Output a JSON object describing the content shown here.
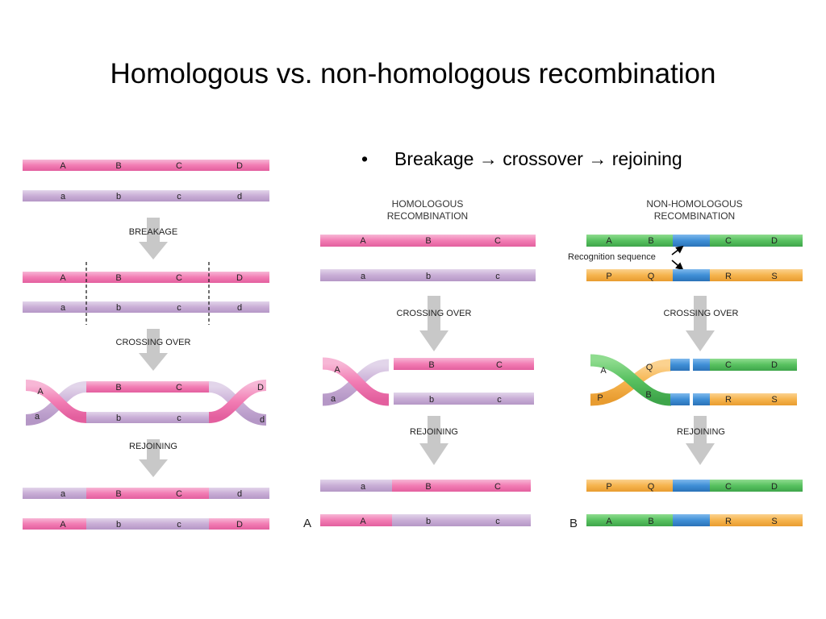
{
  "title": "Homologous vs. non-homologous recombination",
  "bullet": {
    "text": "Breakage → crossover → rejoining"
  },
  "colors": {
    "pink": "#f27db4",
    "pink_light": "#f7b7d6",
    "lavender": "#c9aed6",
    "lavender_light": "#e2d5ea",
    "green": "#58c160",
    "orange": "#f6b44e",
    "blue": "#3f8fd6",
    "arrow": "#c8c8c8"
  },
  "left_panel": {
    "chromosome_1": [
      "A",
      "B",
      "C",
      "D"
    ],
    "chromosome_2": [
      "a",
      "b",
      "c",
      "d"
    ],
    "steps": [
      "BREAKAGE",
      "CROSSING OVER",
      "REJOINING"
    ],
    "result_1": [
      "a",
      "B",
      "C",
      "d"
    ],
    "result_2": [
      "A",
      "b",
      "c",
      "D"
    ]
  },
  "panel_a": {
    "header": [
      "HOMOLOGOUS",
      "RECOMBINATION"
    ],
    "chromosome_1": [
      "A",
      "B",
      "C"
    ],
    "chromosome_2": [
      "a",
      "b",
      "c"
    ],
    "steps": [
      "CROSSING OVER",
      "REJOINING"
    ],
    "result_1": [
      "a",
      "B",
      "C"
    ],
    "result_2": [
      "A",
      "b",
      "c"
    ],
    "panel_label": "A"
  },
  "panel_b": {
    "header": [
      "NON-HOMOLOGOUS",
      "RECOMBINATION"
    ],
    "chromosome_1": [
      "A",
      "B",
      "C",
      "D"
    ],
    "chromosome_2": [
      "P",
      "Q",
      "R",
      "S"
    ],
    "recognition_label": "Recognition sequence",
    "steps": [
      "CROSSING OVER",
      "REJOINING"
    ],
    "result_1": [
      "P",
      "Q",
      "C",
      "D"
    ],
    "result_2": [
      "A",
      "B",
      "R",
      "S"
    ],
    "panel_label": "B"
  }
}
